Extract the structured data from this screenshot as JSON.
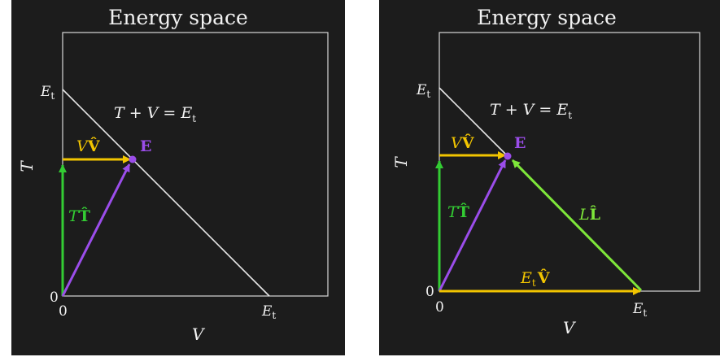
{
  "colors": {
    "background": "#1c1c1c",
    "frame": "#d8d8d8",
    "text": "#f2f2f2",
    "v_vector": "#f2c500",
    "t_vector": "#33cc33",
    "e_vector": "#9b4dea",
    "l_vector": "#7ee63a"
  },
  "panels": [
    {
      "title": "Energy space",
      "equation": "T + V = E",
      "equation_sub": "t",
      "y_axis_label": "T",
      "x_axis_label": "V",
      "origin_x_label": "0",
      "origin_y_label": "0",
      "y_max_label": "E",
      "y_max_sub": "t",
      "x_max_label": "E",
      "x_max_sub": "t",
      "point_label": "E",
      "v_hat_label": {
        "scalar": "V",
        "hat": "V̂"
      },
      "t_hat_label": {
        "scalar": "T",
        "hat": "T̂"
      }
    },
    {
      "title": "Energy space",
      "equation": "T + V = E",
      "equation_sub": "t",
      "y_axis_label": "T",
      "x_axis_label": "V",
      "origin_x_label": "0",
      "origin_y_label": "0",
      "y_max_label": "E",
      "y_max_sub": "t",
      "x_max_label": "E",
      "x_max_sub": "t",
      "point_label": "E",
      "v_hat_label": {
        "scalar": "V",
        "hat": "V̂"
      },
      "t_hat_label": {
        "scalar": "T",
        "hat": "T̂"
      },
      "l_hat_label": {
        "scalar": "L",
        "hat": "L̂"
      },
      "et_v_hat_label": {
        "scalar": "E",
        "sub": "t",
        "hat": "V̂"
      }
    }
  ]
}
